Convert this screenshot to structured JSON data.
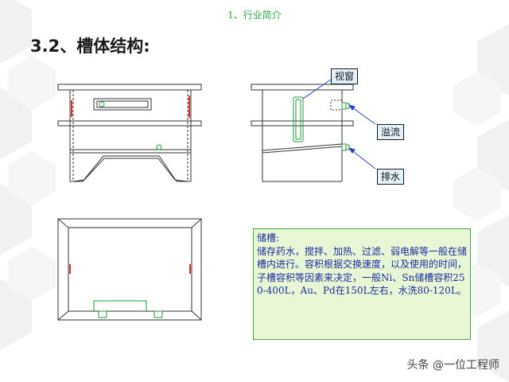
{
  "header": {
    "title": "1、行业简介"
  },
  "section": {
    "title": "3.2、槽体结构:"
  },
  "callouts": {
    "window": "视窗",
    "overflow": "溢流",
    "drain": "排水"
  },
  "description": {
    "title": "储槽:",
    "body": "储存药水，搅拌、加热、过滤、弱电解等一般在储槽内进行。容积根据交换速度，以及使用的时间，子槽容积等因素来决定，一般Ni、Sn储槽容积250-400L，Au、Pd在150L左右，水洗80-120L。"
  },
  "watermark": {
    "text": "头条 @一位工程师"
  },
  "colors": {
    "accent": "#2fa84a",
    "part_red": "#d9312b",
    "part_green": "#1f9e3a",
    "text_blue": "#1b2f9b"
  }
}
